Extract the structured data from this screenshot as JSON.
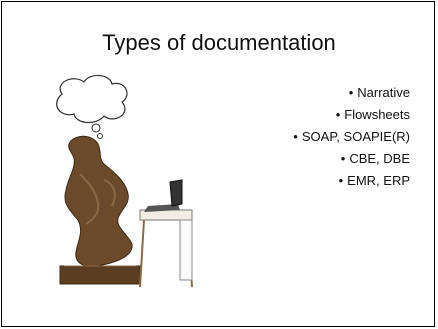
{
  "slide": {
    "title": "Types of documentation",
    "bullets": [
      {
        "text": "Narrative"
      },
      {
        "text": "Flowsheets"
      },
      {
        "text": "SOAP, SOAPIE(R)"
      },
      {
        "text": "CBE, DBE"
      },
      {
        "text": "EMR, ERP"
      }
    ]
  },
  "icons": {
    "thought_bubble": "thought-bubble-icon",
    "thinker": "thinker-statue-icon",
    "laptop_desk": "laptop-desk-icon"
  },
  "colors": {
    "statue": "#6b4a2b",
    "desk": "#f2ede3"
  }
}
